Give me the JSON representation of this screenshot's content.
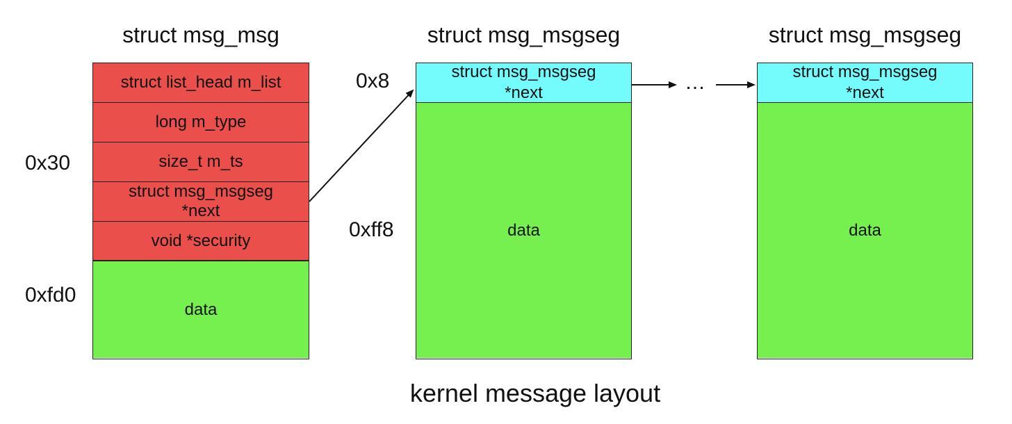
{
  "msg_msg": {
    "title": "struct msg_msg",
    "fields": [
      "struct list_head m_list",
      "long m_type",
      "size_t m_ts",
      "struct msg_msgseg\n*next",
      "void *security"
    ],
    "data_label": "data",
    "header_size": "0x30",
    "data_size": "0xfd0"
  },
  "msg_msgseg_1": {
    "title": "struct msg_msgseg",
    "next_label": "struct msg_msgseg\n*next",
    "data_label": "data",
    "header_size": "0x8",
    "data_size": "0xff8"
  },
  "msg_msgseg_2": {
    "title": "struct msg_msgseg",
    "next_label": "struct msg_msgseg\n*next",
    "data_label": "data"
  },
  "ellipsis": "…",
  "caption": "kernel message layout",
  "colors": {
    "header_fields": "#ea4f4b",
    "data": "#76f04e",
    "next_pointer": "#74fcfd"
  }
}
